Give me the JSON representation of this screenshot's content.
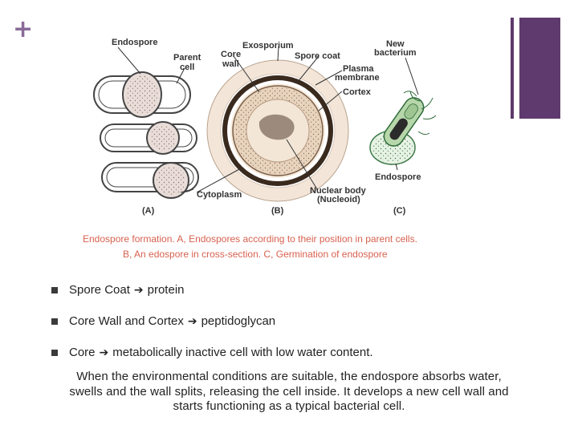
{
  "slide": {
    "plus_glyph": "+",
    "accent": "#5e3a6e"
  },
  "figure": {
    "labels": {
      "endospore_a": "Endospore",
      "parent_cell_1": "Parent",
      "parent_cell_2": "cell",
      "cytoplasm": "Cytoplasm",
      "exosporium": "Exosporium",
      "core_wall_1": "Core",
      "core_wall_2": "wall",
      "spore_coat": "Spore coat",
      "plasma_membrane_1": "Plasma",
      "plasma_membrane_2": "membrane",
      "cortex": "Cortex",
      "nuclear_body_1": "Nuclear body",
      "nuclear_body_2": "(Nucleoid)",
      "new_bacterium_1": "New",
      "new_bacterium_2": "bacterium",
      "endospore_c": "Endospore",
      "panel_a": "(A)",
      "panel_b": "(B)",
      "panel_c": "(C)"
    },
    "caption_line1": "Endospore formation. A, Endospores according to their position in parent cells.",
    "caption_line2": "B, An edospore in cross-section. C, Germination of endospore",
    "caption_color": "#d8614f"
  },
  "bullets": [
    {
      "term": "Spore Coat",
      "arrow": "➔",
      "desc": "protein"
    },
    {
      "term": "Core Wall and Cortex",
      "arrow": "➔",
      "desc": "peptidoglycan"
    },
    {
      "term": "Core",
      "arrow": "➔",
      "desc": "metabolically inactive cell with low water content."
    }
  ],
  "paragraph": "When the environmental conditions are suitable, the endospore absorbs water, swells and the wall splits, releasing the cell inside. It develops a new cell wall and starts functioning as a typical bacterial cell."
}
